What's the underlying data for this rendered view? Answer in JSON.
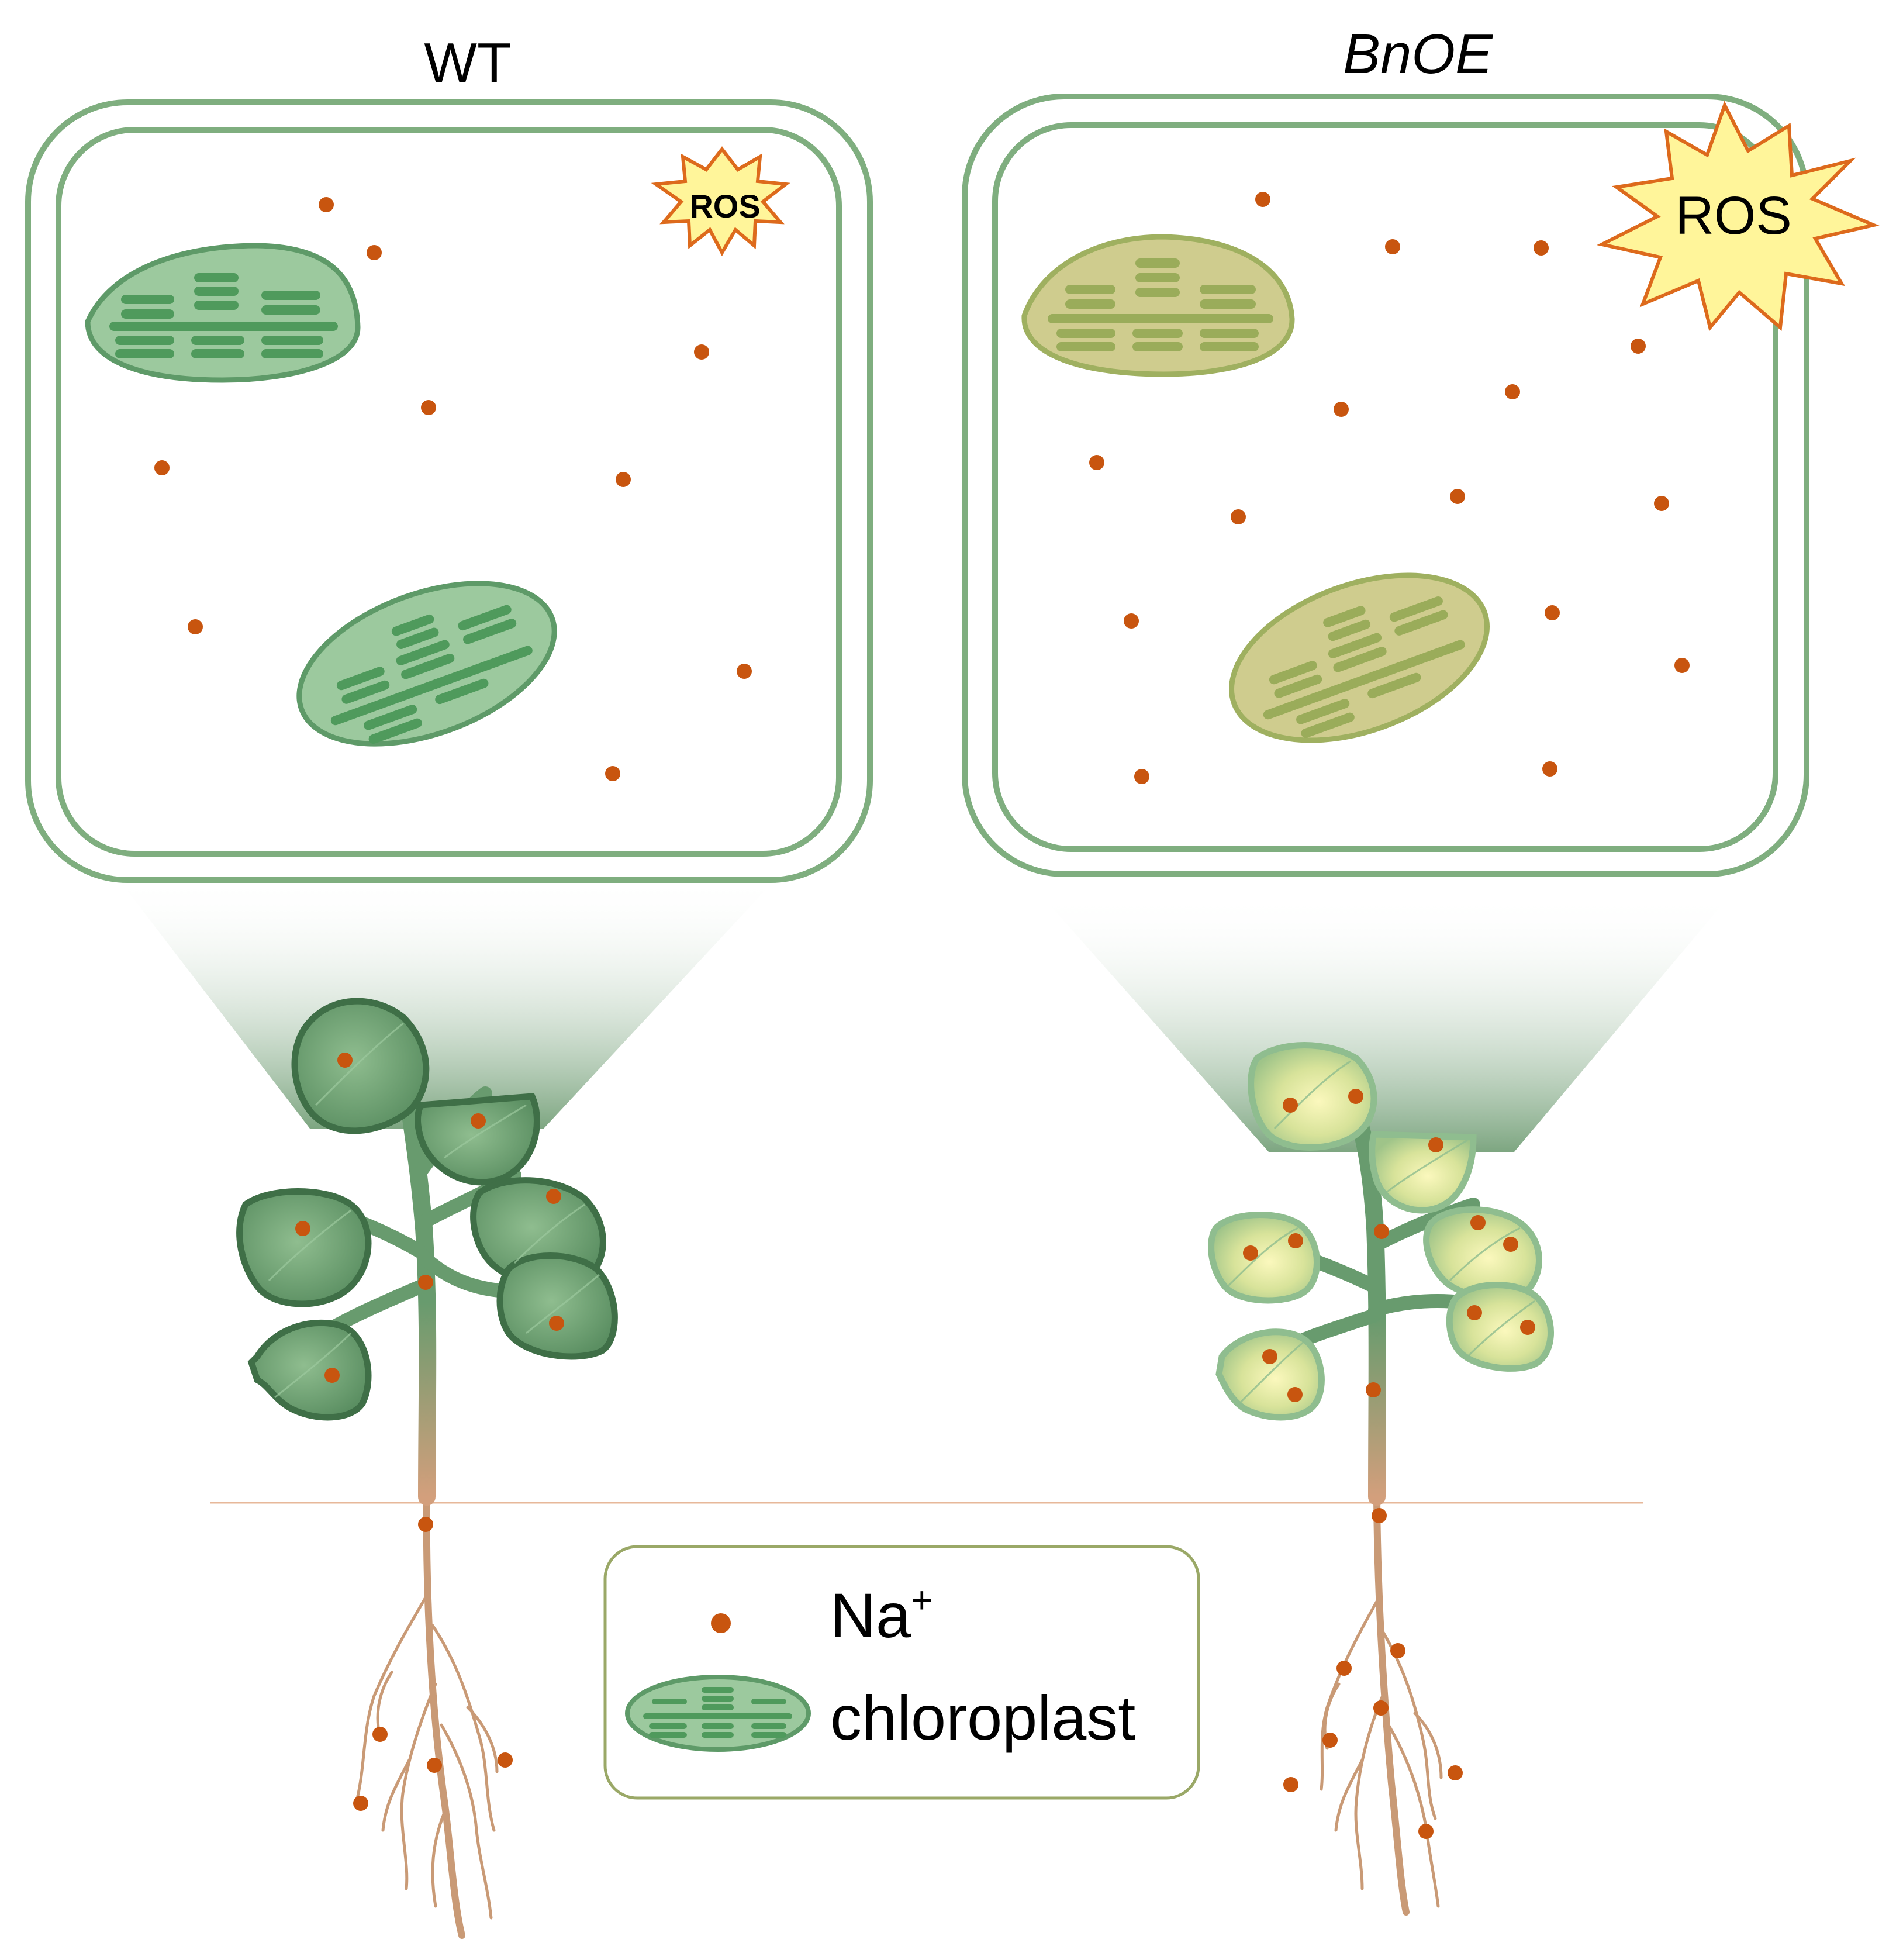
{
  "panels": {
    "wt": {
      "title": "WT"
    },
    "bnoe": {
      "title": "BnOE"
    }
  },
  "ros": {
    "wt_label": "ROS",
    "bnoe_label": "ROS"
  },
  "legend": {
    "na_label": "Na",
    "na_superscript": "+",
    "chloroplast_label": "chloroplast"
  },
  "colors": {
    "cell_wall": "#7fae7f",
    "healthy_chloroplast_fill": "#9cc99e",
    "healthy_chloroplast_stroke": "#5e9a68",
    "healthy_thylakoid": "#4f9a5c",
    "stressed_chloroplast_fill": "#cfcc8e",
    "stressed_chloroplast_stroke": "#9fb060",
    "stressed_thylakoid": "#9aac5a",
    "sodium_ion": "#c8550f",
    "ros_fill": "#fff59a",
    "ros_stroke": "#dd6a1c",
    "stem": "#689b6e",
    "root": "#c99a76",
    "soil_line": "#e7b89a",
    "legend_border": "#9aa867"
  }
}
